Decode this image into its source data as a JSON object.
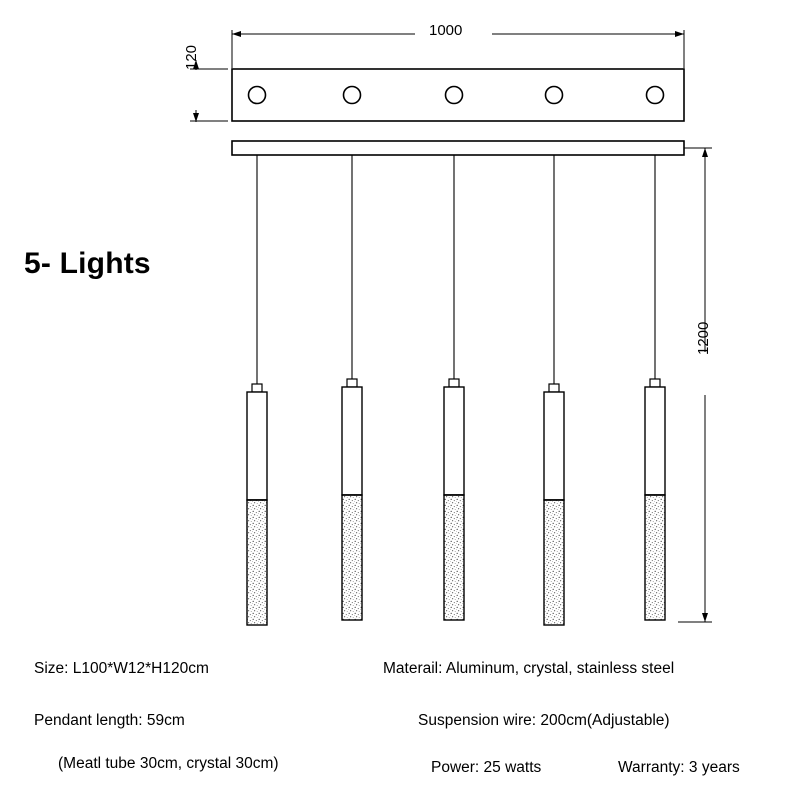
{
  "title": "5- Lights",
  "dimensions": {
    "width_mm": "1000",
    "height_plate_mm": "120",
    "drop_mm": "1200"
  },
  "specs": {
    "size": "Size: L100*W12*H120cm",
    "material": "Materail: Aluminum, crystal, stainless steel",
    "pendant_length": "Pendant length: 59cm",
    "suspension_wire": "Suspension wire: 200cm(Adjustable)",
    "tube_detail": "(Meatl tube 30cm, crystal 30cm)",
    "power": "Power: 25 watts",
    "warranty": "Warranty: 3 years"
  },
  "diagram": {
    "lamp_count": 5,
    "line_color": "#000000",
    "crystal_fill": "#d8d8d8"
  }
}
